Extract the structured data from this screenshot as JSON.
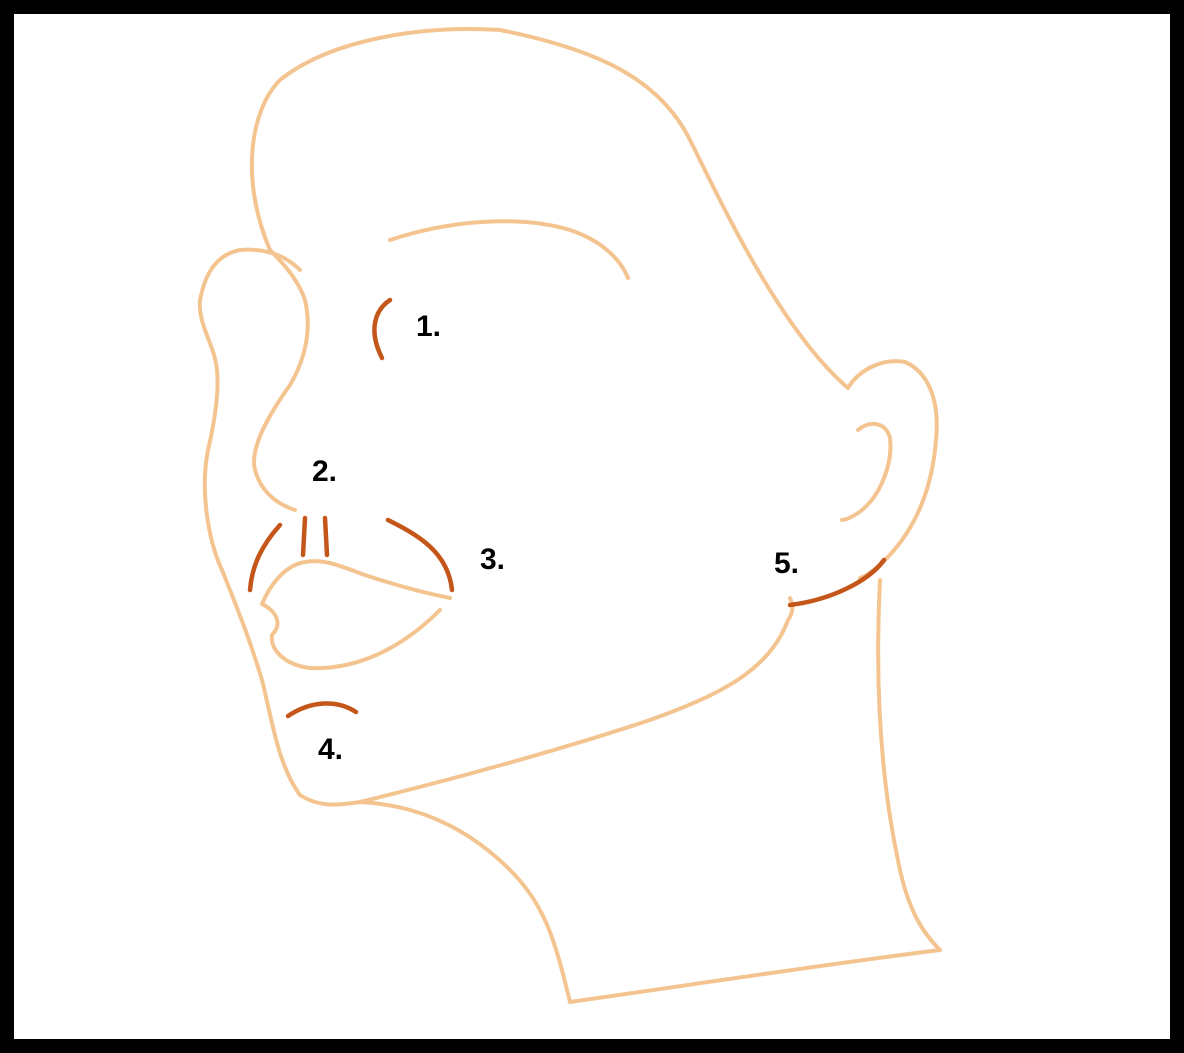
{
  "colors": {
    "outline": "#f4c490",
    "marker": "#c4561a",
    "frame": "#000000",
    "background": "#ffffff"
  },
  "labels": {
    "one": "1.",
    "two": "2.",
    "three": "3.",
    "four": "4.",
    "five": "5."
  }
}
